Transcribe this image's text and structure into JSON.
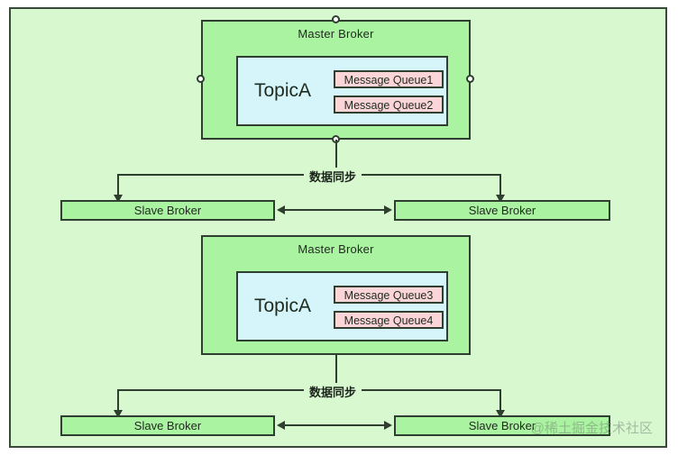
{
  "diagram": {
    "title": "RocketMQ Master-Slave Broker Topology",
    "colors": {
      "outer_background": "#d8f8d0",
      "broker_green": "#aaf3a0",
      "topic_blue": "#d6f5fb",
      "queue_pink": "#fbd5d8",
      "border_dark": "#2f3f2f"
    },
    "clusters": [
      {
        "master": {
          "title": "Master Broker",
          "topic": "TopicA",
          "queues": [
            "Message Queue1",
            "Message Queue2"
          ],
          "has_ports": true
        },
        "sync_label": "数据同步",
        "slaves": [
          "Slave Broker",
          "Slave Broker"
        ]
      },
      {
        "master": {
          "title": "Master Broker",
          "topic": "TopicA",
          "queues": [
            "Message Queue3",
            "Message Queue4"
          ],
          "has_ports": false
        },
        "sync_label": "数据同步",
        "slaves": [
          "Slave Broker",
          "Slave Broker"
        ]
      }
    ],
    "watermark": "@稀土掘金技术社区"
  }
}
